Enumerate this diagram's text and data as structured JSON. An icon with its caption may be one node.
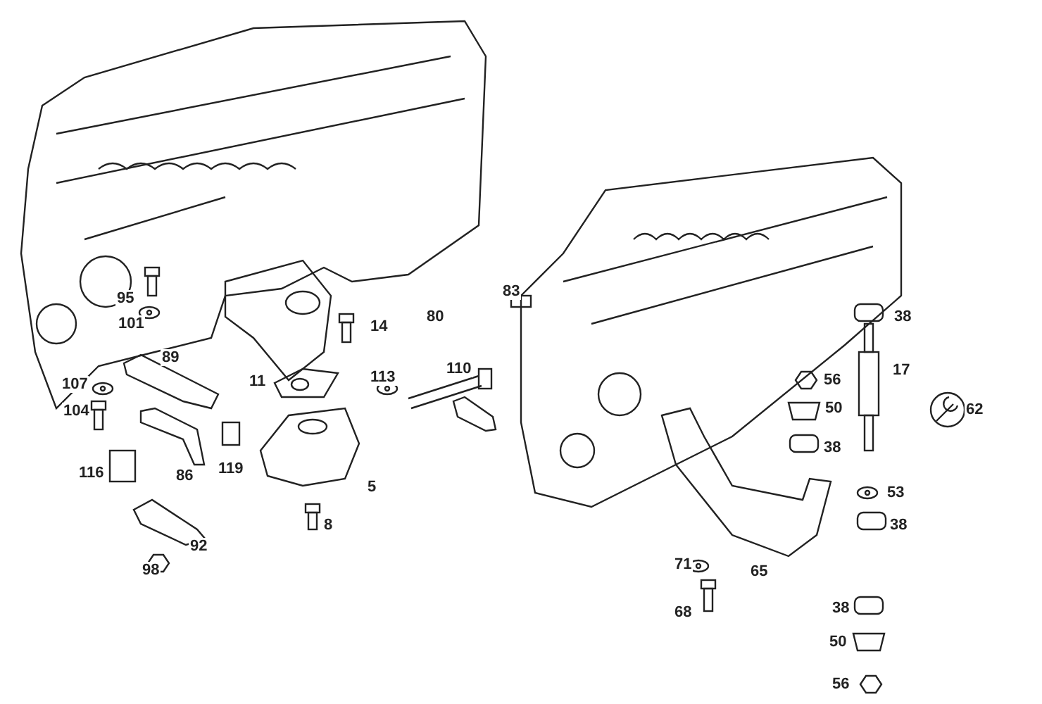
{
  "diagram": {
    "labels": [
      "95",
      "83",
      "101",
      "14",
      "80",
      "38",
      "89",
      "107",
      "11",
      "113",
      "110",
      "56",
      "17",
      "104",
      "50",
      "62",
      "38",
      "116",
      "86",
      "119",
      "5",
      "53",
      "8",
      "38",
      "92",
      "98",
      "71",
      "65",
      "68",
      "38",
      "50",
      "56"
    ]
  }
}
